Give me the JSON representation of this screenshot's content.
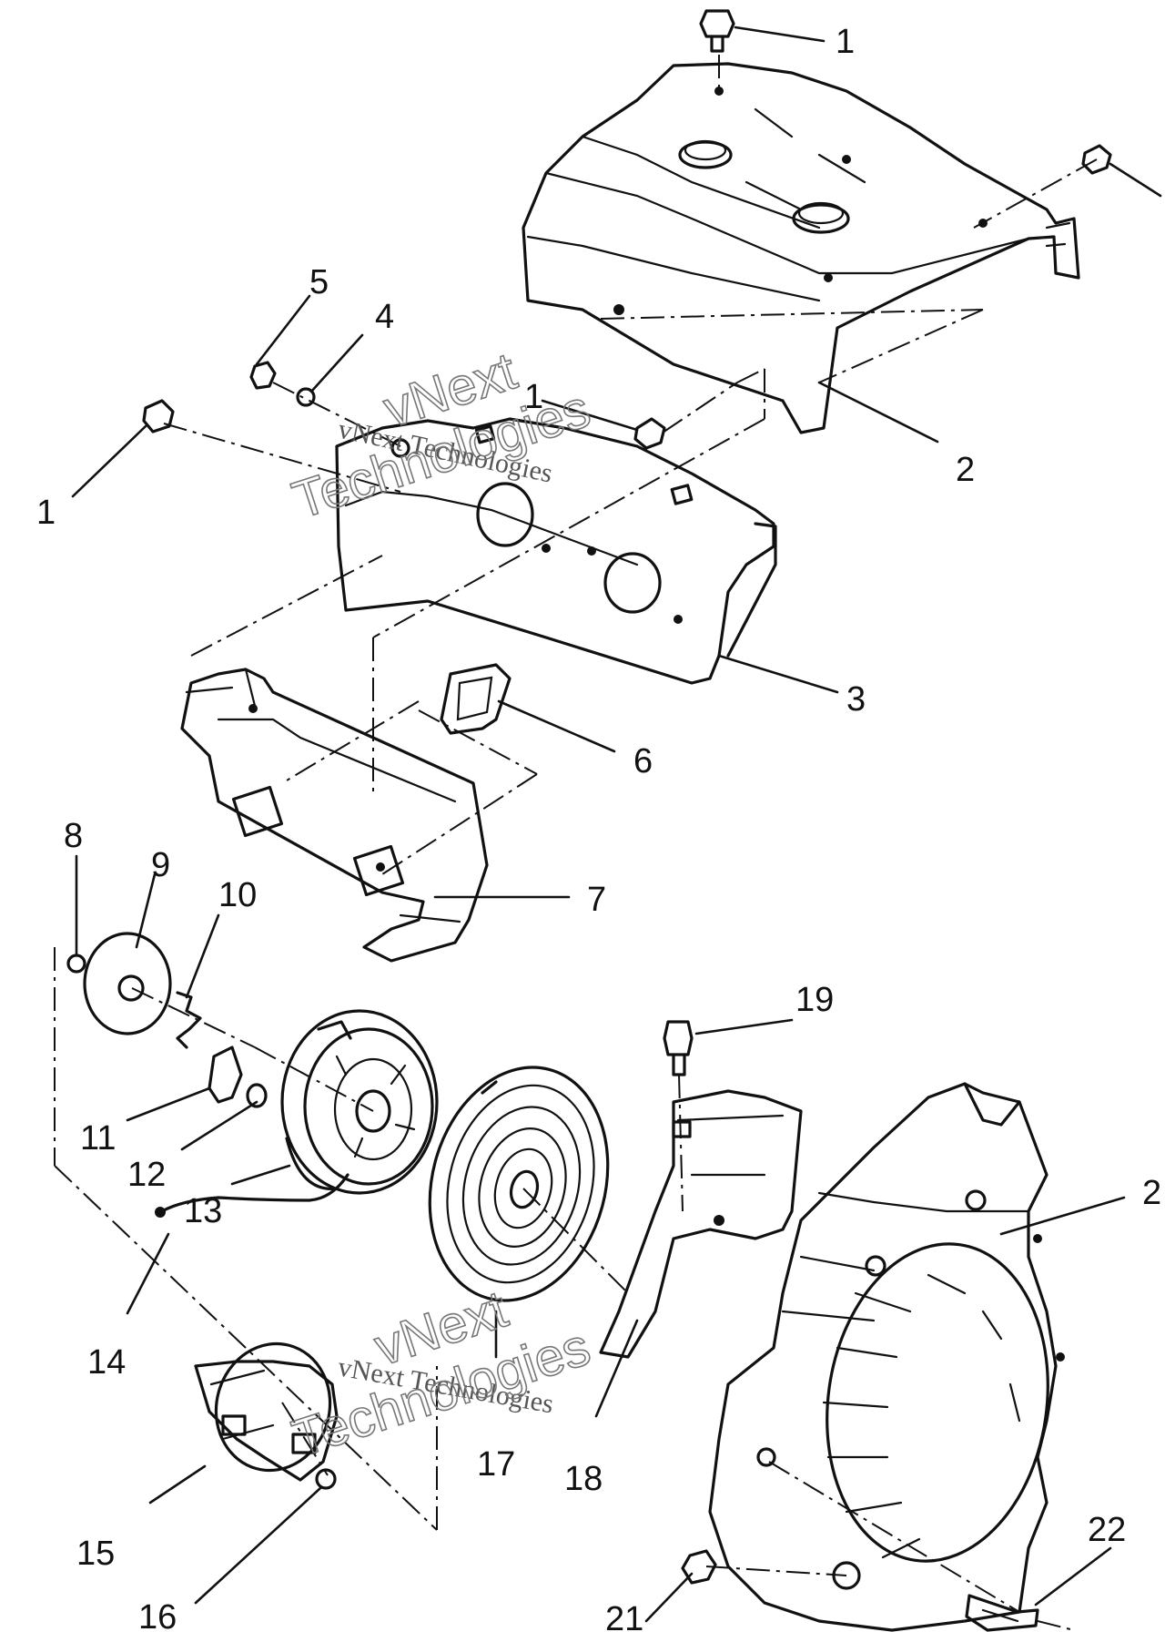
{
  "callouts": {
    "c1_top": "1",
    "c1_left": "1",
    "c1_mid": "1",
    "c2_shroud": "2",
    "c2_fan": "2",
    "c3": "3",
    "c4": "4",
    "c5": "5",
    "c6": "6",
    "c7": "7",
    "c8": "8",
    "c9": "9",
    "c10": "10",
    "c11": "11",
    "c12": "12",
    "c13": "13",
    "c14": "14",
    "c15": "15",
    "c16": "16",
    "c17": "17",
    "c18": "18",
    "c19": "19",
    "c21": "21",
    "c22": "22"
  },
  "watermark": {
    "company": "vNext Technologies",
    "line1": "vNext",
    "line2": "Technologies"
  }
}
